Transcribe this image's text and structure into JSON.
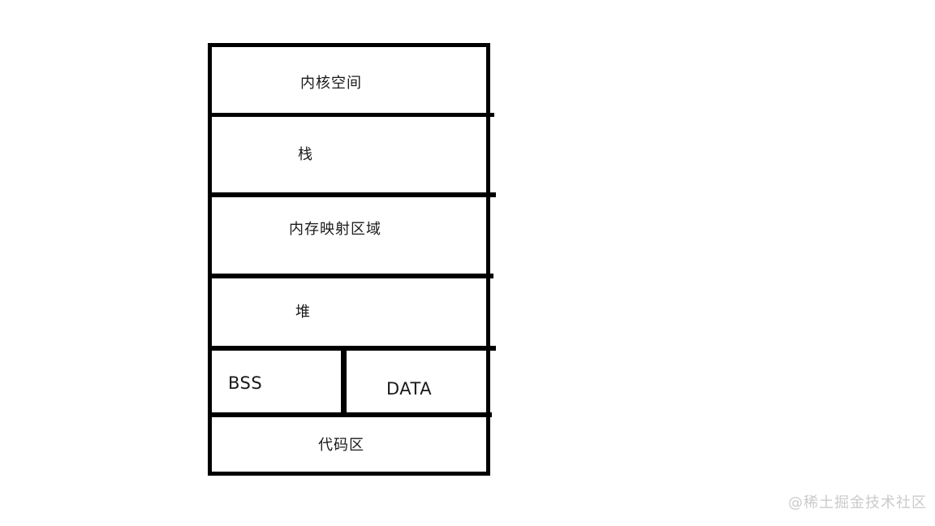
{
  "diagram": {
    "type": "memory-layout",
    "description": "process virtual memory layout stacked-box diagram",
    "line_color": "#000000",
    "background_color": "#ffffff",
    "sections": [
      {
        "id": "kernel-space",
        "label": "内核空间"
      },
      {
        "id": "stack",
        "label": "栈"
      },
      {
        "id": "mmap-region",
        "label": "内存映射区域"
      },
      {
        "id": "heap",
        "label": "堆"
      },
      {
        "id": "bss-segment",
        "label": "BSS"
      },
      {
        "id": "data-segment",
        "label": "DATA"
      },
      {
        "id": "code-segment",
        "label": "代码区"
      }
    ]
  },
  "watermark": {
    "text": "@稀土掘金技术社区",
    "color": "#cbcbcb"
  }
}
